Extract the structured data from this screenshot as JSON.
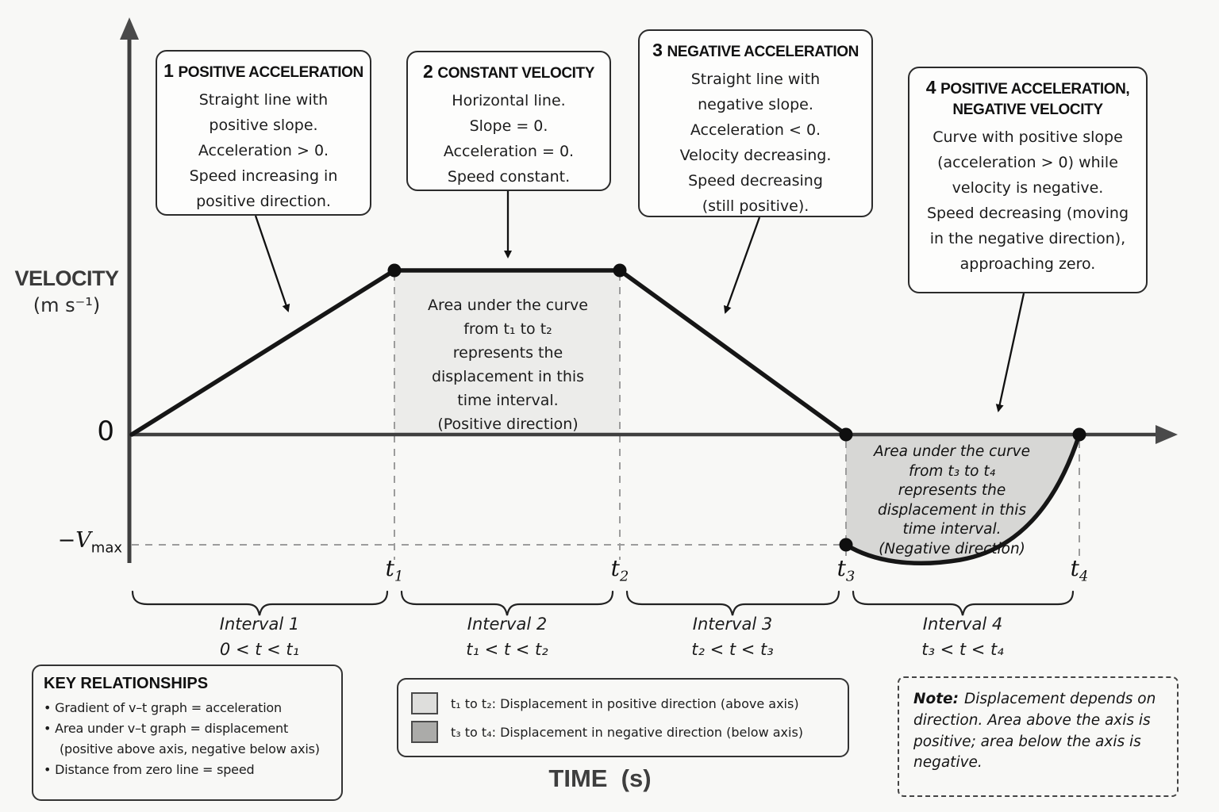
{
  "colors": {
    "background": "#F8F8F6",
    "curve": "#161616",
    "axis": "#3F3F3F",
    "dashed_guide": "#9C9C9C",
    "area_positive": "#ECECEA",
    "area_negative": "#D7D7D5",
    "legend_positive": "#DEDEDC",
    "legend_negative": "#ABABA9",
    "box_border": "#2B2B2B"
  },
  "y_axis": {
    "title_line1": "VELOCITY",
    "title_line2": "(m s⁻¹)",
    "zero_label": "0",
    "neg_max_base": "−V",
    "neg_max_sub": "max"
  },
  "x_axis": {
    "title": "TIME  (s)",
    "ticks": [
      {
        "base": "t",
        "sub": "1"
      },
      {
        "base": "t",
        "sub": "2"
      },
      {
        "base": "t",
        "sub": "3"
      },
      {
        "base": "t",
        "sub": "4"
      }
    ]
  },
  "callouts": [
    {
      "num": "1",
      "title": "POSITIVE ACCELERATION",
      "lines": [
        "Straight line with",
        "positive slope.",
        "Acceleration > 0.",
        "Speed increasing in",
        "positive direction."
      ]
    },
    {
      "num": "2",
      "title": "CONSTANT VELOCITY",
      "lines": [
        "Horizontal line.",
        "Slope = 0.",
        "Acceleration = 0.",
        "Speed constant."
      ]
    },
    {
      "num": "3",
      "title": "NEGATIVE ACCELERATION",
      "lines": [
        "Straight line with",
        "negative slope.",
        "Acceleration < 0.",
        "Velocity decreasing.",
        "Speed decreasing",
        "(still positive)."
      ]
    },
    {
      "num": "4",
      "title": "POSITIVE ACCELERATION, NEGATIVE VELOCITY",
      "lines": [
        "Curve with positive slope",
        "(acceleration > 0) while",
        "velocity is negative.",
        "Speed decreasing (moving",
        "in the negative direction),",
        "approaching zero."
      ]
    }
  ],
  "area_labels": {
    "positive_lines": [
      "Area under the curve",
      "from t₁ to t₂",
      "represents the",
      "displacement in this",
      "time interval.",
      "(Positive direction)"
    ],
    "negative_lines": [
      "Area under the curve",
      "from t₃ to t₄",
      "represents the",
      "displacement in this",
      "time interval.",
      "(Negative direction)"
    ]
  },
  "intervals": [
    {
      "name": "Interval 1",
      "range": "0 < t < t₁"
    },
    {
      "name": "Interval 2",
      "range": "t₁ < t < t₂"
    },
    {
      "name": "Interval 3",
      "range": "t₂ < t < t₃"
    },
    {
      "name": "Interval 4",
      "range": "t₃ < t < t₄"
    }
  ],
  "key_relationships": {
    "title": "KEY RELATIONSHIPS",
    "lines": [
      "• Gradient of v–t graph = acceleration",
      "• Area under v–t graph = displacement",
      "(positive above axis, negative below axis)",
      "• Distance from zero line = speed"
    ]
  },
  "legend": {
    "items": [
      {
        "label": "t₁ to t₂:  Displacement in positive direction (above axis)"
      },
      {
        "label": "t₃ to t₄:  Displacement in negative direction (below axis)"
      }
    ]
  },
  "note": {
    "label": "Note:",
    "text": "Displacement depends on direction. Area above the axis is positive; area below the axis is negative."
  }
}
